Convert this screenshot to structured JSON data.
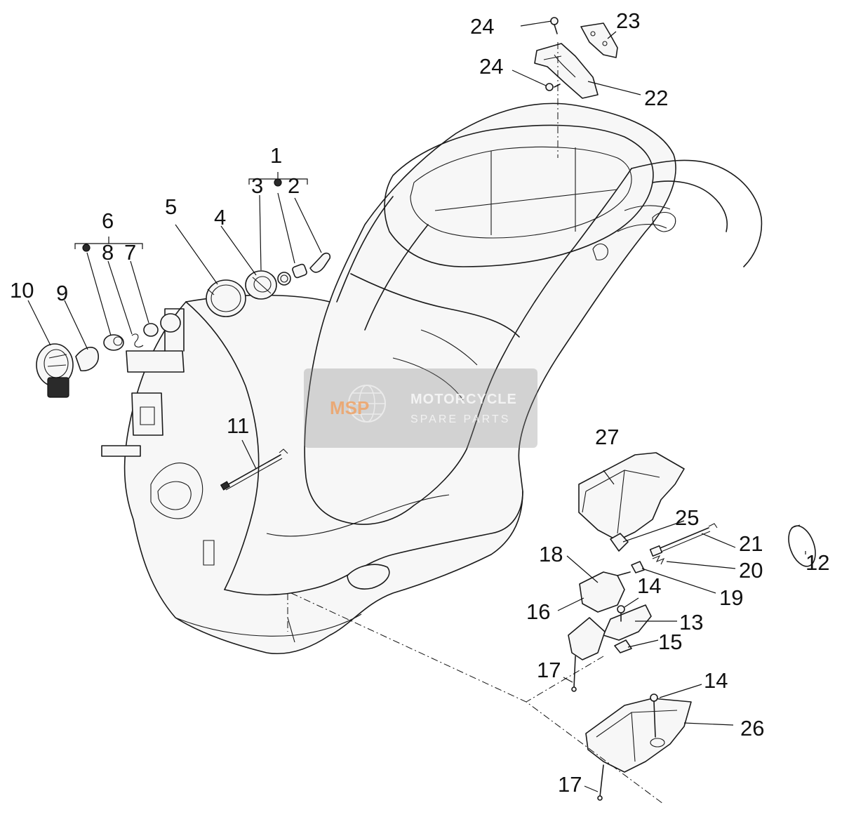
{
  "diagram": {
    "callouts": [
      {
        "id": "1",
        "label": "1"
      },
      {
        "id": "2",
        "label": "2"
      },
      {
        "id": "3",
        "label": "3"
      },
      {
        "id": "4",
        "label": "4"
      },
      {
        "id": "5",
        "label": "5"
      },
      {
        "id": "6",
        "label": "6"
      },
      {
        "id": "7",
        "label": "7"
      },
      {
        "id": "8",
        "label": "8"
      },
      {
        "id": "9",
        "label": "9"
      },
      {
        "id": "10",
        "label": "10"
      },
      {
        "id": "11",
        "label": "11"
      },
      {
        "id": "12",
        "label": "12"
      },
      {
        "id": "13",
        "label": "13"
      },
      {
        "id": "14a",
        "label": "14"
      },
      {
        "id": "14b",
        "label": "14"
      },
      {
        "id": "15",
        "label": "15"
      },
      {
        "id": "16",
        "label": "16"
      },
      {
        "id": "17a",
        "label": "17"
      },
      {
        "id": "17b",
        "label": "17"
      },
      {
        "id": "18",
        "label": "18"
      },
      {
        "id": "19",
        "label": "19"
      },
      {
        "id": "20",
        "label": "20"
      },
      {
        "id": "21",
        "label": "21"
      },
      {
        "id": "22",
        "label": "22"
      },
      {
        "id": "23",
        "label": "23"
      },
      {
        "id": "24a",
        "label": "24"
      },
      {
        "id": "24b",
        "label": "24"
      },
      {
        "id": "25",
        "label": "25"
      },
      {
        "id": "26",
        "label": "26"
      },
      {
        "id": "27",
        "label": "27"
      }
    ]
  },
  "watermark": {
    "logo_text": "MSP",
    "line1": "MOTORCYCLE",
    "line2": "SPARE PARTS"
  }
}
